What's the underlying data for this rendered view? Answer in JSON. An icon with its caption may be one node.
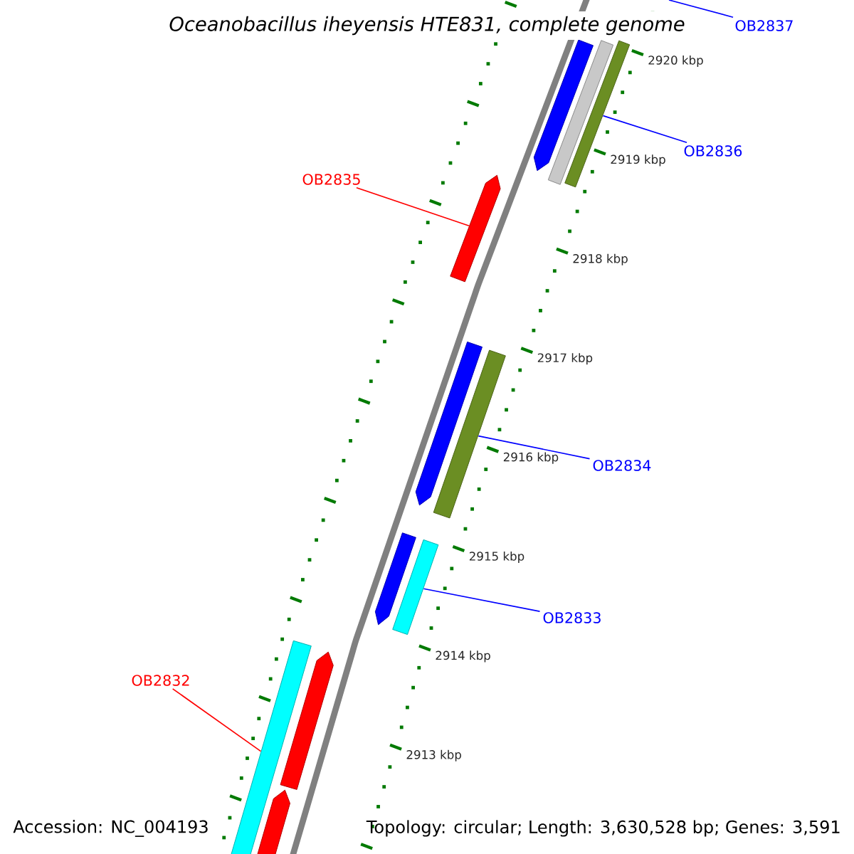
{
  "diagram": {
    "title": "Oceanobacillus iheyensis HTE831, complete genome",
    "nodes": [
      {
        "text": [
          "OB2837"
        ]
      },
      {
        "text": [
          "OB2836"
        ]
      },
      {
        "text": [
          "OB2835"
        ]
      },
      {
        "text": [
          "OB2834"
        ]
      },
      {
        "text": [
          "OB2833"
        ]
      },
      {
        "text": [
          "OB2832"
        ]
      },
      {
        "text": [],
        "shape": "bar"
      },
      {
        "text": [],
        "shape": "bar"
      },
      {
        "text": [],
        "shape": "bar"
      },
      {
        "text": [],
        "shape": "bar"
      },
      {
        "text": [],
        "shape": "bar"
      },
      {
        "text": [],
        "shape": "bar"
      },
      {
        "text": [],
        "shape": "bar"
      },
      {
        "text": [],
        "shape": "bar"
      },
      {
        "text": [],
        "shape": "bar"
      },
      {
        "text": [],
        "shape": "bar"
      },
      {
        "text": [],
        "shape": "bar"
      }
    ],
    "edges": [
      {
        "from": 0,
        "to": null,
        "arrow": "none"
      },
      {
        "from": 1,
        "to": 8,
        "arrow": "none"
      },
      {
        "from": 2,
        "to": 9,
        "arrow": "none",
        "color": "#ff0000"
      },
      {
        "from": 3,
        "to": 11,
        "arrow": "none"
      },
      {
        "from": 4,
        "to": 13,
        "arrow": "none"
      },
      {
        "from": 5,
        "to": 14,
        "arrow": "none",
        "color": "#ff0000"
      }
    ],
    "labels": [
      "2920 kbp",
      "2919 kbp",
      "2918 kbp",
      "2917 kbp",
      "2916 kbp",
      "2915 kbp",
      "2914 kbp",
      "2913 kbp",
      "Accession: NC_004193",
      "Topology: circular; Length: 3,630,528 bp; Genes: 3,591"
    ]
  }
}
